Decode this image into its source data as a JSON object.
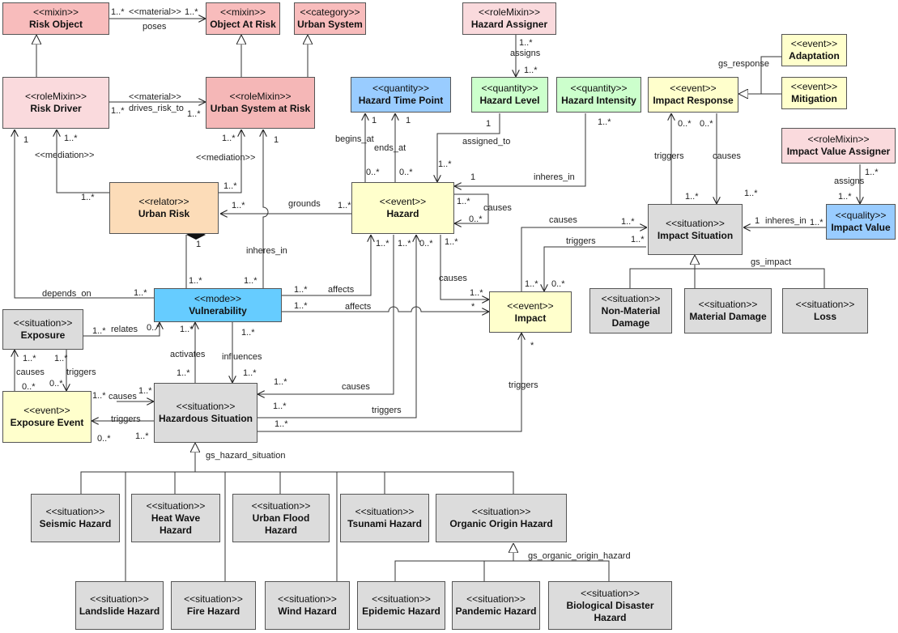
{
  "classes": {
    "risk_object": {
      "stereotype": "<<mixin>>",
      "name": "Risk Object"
    },
    "object_at_risk": {
      "stereotype": "<<mixin>>",
      "name": "Object At Risk"
    },
    "urban_system": {
      "stereotype": "<<category>>",
      "name": "Urban System"
    },
    "hazard_assigner": {
      "stereotype": "<<roleMixin>>",
      "name": "Hazard Assigner"
    },
    "adaptation": {
      "stereotype": "<<event>>",
      "name": "Adaptation"
    },
    "mitigation": {
      "stereotype": "<<event>>",
      "name": "Mitigation"
    },
    "risk_driver": {
      "stereotype": "<<roleMixin>>",
      "name": "Risk Driver"
    },
    "usar": {
      "stereotype": "<<roleMixin>>",
      "name": "Urban System at Risk"
    },
    "hazard_time_point": {
      "stereotype": "<<quantity>>",
      "name": "Hazard Time Point"
    },
    "hazard_level": {
      "stereotype": "<<quantity>>",
      "name": "Hazard Level"
    },
    "hazard_intensity": {
      "stereotype": "<<quantity>>",
      "name": "Hazard Intensity"
    },
    "impact_response": {
      "stereotype": "<<event>>",
      "name": "Impact Response"
    },
    "impact_value_assigner": {
      "stereotype": "<<roleMixin>>",
      "name": "Impact Value Assigner"
    },
    "urban_risk": {
      "stereotype": "<<relator>>",
      "name": "Urban Risk"
    },
    "hazard": {
      "stereotype": "<<event>>",
      "name": "Hazard"
    },
    "impact_situation": {
      "stereotype": "<<situation>>",
      "name": "Impact Situation"
    },
    "impact_value": {
      "stereotype": "<<quality>>",
      "name": "Impact Value"
    },
    "vulnerability": {
      "stereotype": "<<mode>>",
      "name": "Vulnerability"
    },
    "exposure": {
      "stereotype": "<<situation>>",
      "name": "Exposure"
    },
    "impact": {
      "stereotype": "<<event>>",
      "name": "Impact"
    },
    "non_material": {
      "stereotype": "<<situation>>",
      "name": "Non-Material\nDamage"
    },
    "material": {
      "stereotype": "<<situation>>",
      "name": "Material Damage"
    },
    "loss": {
      "stereotype": "<<situation>>",
      "name": "Loss"
    },
    "exposure_event": {
      "stereotype": "<<event>>",
      "name": "Exposure Event"
    },
    "hazardous_situation": {
      "stereotype": "<<situation>>",
      "name": "Hazardous Situation"
    },
    "seismic": {
      "stereotype": "<<situation>>",
      "name": "Seismic Hazard"
    },
    "heat_wave": {
      "stereotype": "<<situation>>",
      "name": "Heat  Wave\nHazard"
    },
    "urban_flood": {
      "stereotype": "<<situation>>",
      "name": "Urban Flood\nHazard"
    },
    "tsunami": {
      "stereotype": "<<situation>>",
      "name": "Tsunami Hazard"
    },
    "organic_origin": {
      "stereotype": "<<situation>>",
      "name": "Organic Origin Hazard"
    },
    "landslide": {
      "stereotype": "<<situation>>",
      "name": "Landslide Hazard"
    },
    "fire": {
      "stereotype": "<<situation>>",
      "name": "Fire Hazard"
    },
    "wind": {
      "stereotype": "<<situation>>",
      "name": "Wind Hazard"
    },
    "epidemic": {
      "stereotype": "<<situation>>",
      "name": "Epidemic Hazard"
    },
    "pandemic": {
      "stereotype": "<<situation>>",
      "name": "Pandemic Hazard"
    },
    "bio_disaster": {
      "stereotype": "<<situation>>",
      "name": "Biological Disaster\nHazard"
    }
  },
  "labels": {
    "ro_ma_m1": "1..*",
    "ro_ma_st": "<<material>>",
    "ro_ma_m2": "1..*",
    "ro_ma_poses": "poses",
    "ha_m1": "1..*",
    "ha_assigns": "assigns",
    "ha_m2": "1..*",
    "gs_response": "gs_response",
    "rd_ma_st": "<<material>>",
    "rd_ma_m1": "1..*",
    "rd_ma_name": "drives_risk_to",
    "rd_ma_m2": "1..*",
    "rd_one": "1",
    "rd_m": "1..*",
    "rd_med": "<<mediation>>",
    "ur_m_left": "1..*",
    "usar_m": "1..*",
    "usar_one": "1",
    "usar_med": "<<mediation>>",
    "ur_m_top": "1..*",
    "htp_one1": "1",
    "htp_one2": "1",
    "begins_at": "begins_at",
    "ends_at": "ends_at",
    "hz_htp_m1": "0..*",
    "hz_htp_m2": "0..*",
    "hl_one": "1",
    "assigned_to": "assigned_to",
    "hl_m": "1..*",
    "hi_m": "1..*",
    "hi_one": "1",
    "inheres_in_hi": "inheres_in",
    "ir_m1": "0..*",
    "ir_m2": "0..*",
    "triggers_ir": "triggers",
    "causes_ir": "causes",
    "is_m1": "1..*",
    "is_m2": "1..*",
    "iva_m1": "1..*",
    "iva_assigns": "assigns",
    "iva_m2": "1..*",
    "iv_one": "1",
    "iv_inheres": "inheres_in",
    "iv_m": "1..*",
    "grounds": "grounds",
    "ur_hz_m": "1..*",
    "hz_gr_m": "1..*",
    "hz_self_m1": "1..*",
    "hz_self_causes": "causes",
    "hz_self_m2": "0..*",
    "ur_v_one": "1",
    "ur_v_m": "1..*",
    "usar_inheres": "inheres_in",
    "v_top_m": "1..*",
    "depends_on": "depends_on",
    "v_dep_m": "1..*",
    "v_aff1_m": "1..*",
    "affects1": "affects",
    "hz_aff_m": "1..*",
    "hz_m2": "1..*",
    "hz_m3": "0..*",
    "hz_m4": "1..*",
    "v_aff2_m": "1..*",
    "affects2": "affects",
    "imp_aff": "*",
    "imp_causes": "causes",
    "imp_c_m": "1..*",
    "imp_c_m2": "1..*",
    "imp_is_causes": "causes",
    "imp_is_m": "1..*",
    "imp_is_triggers": "triggers",
    "imp_is_m2": "1..*",
    "imp_m3": "1..*",
    "imp_m4": "0..*",
    "gs_impact": "gs_impact",
    "relates": "relates",
    "ex_rel_m": "1..*",
    "v_rel_m": "0..*",
    "activates": "activates",
    "v_act_m": "1..*",
    "hs_act_m": "1..*",
    "influences": "influences",
    "v_inf_m": "1..*",
    "hs_inf_m": "1..*",
    "ex_c_m1": "1..*",
    "ex_causes": "causes",
    "ee_c_m": "0..*",
    "ex_t_m1": "1..*",
    "ex_triggers": "triggers",
    "ee_t_m": "0..*",
    "ee_c2_m": "1..*",
    "ee_causes2": "causes",
    "hs_c2_m": "1..*",
    "ee_triggers2": "triggers",
    "ee_t2_m": "0..*",
    "hs_t2_m": "1..*",
    "hs_hz_causes": "causes",
    "hs_hz_m": "1..*",
    "hs_hz_triggers": "triggers",
    "hs_hz_m2": "1..*",
    "hs_imp_m": "1..*",
    "imp_triggers": "triggers",
    "imp_star": "*",
    "gs_hazard_situation": "gs_hazard_situation",
    "gs_organic_origin_hazard": "gs_organic_origin_hazard"
  }
}
